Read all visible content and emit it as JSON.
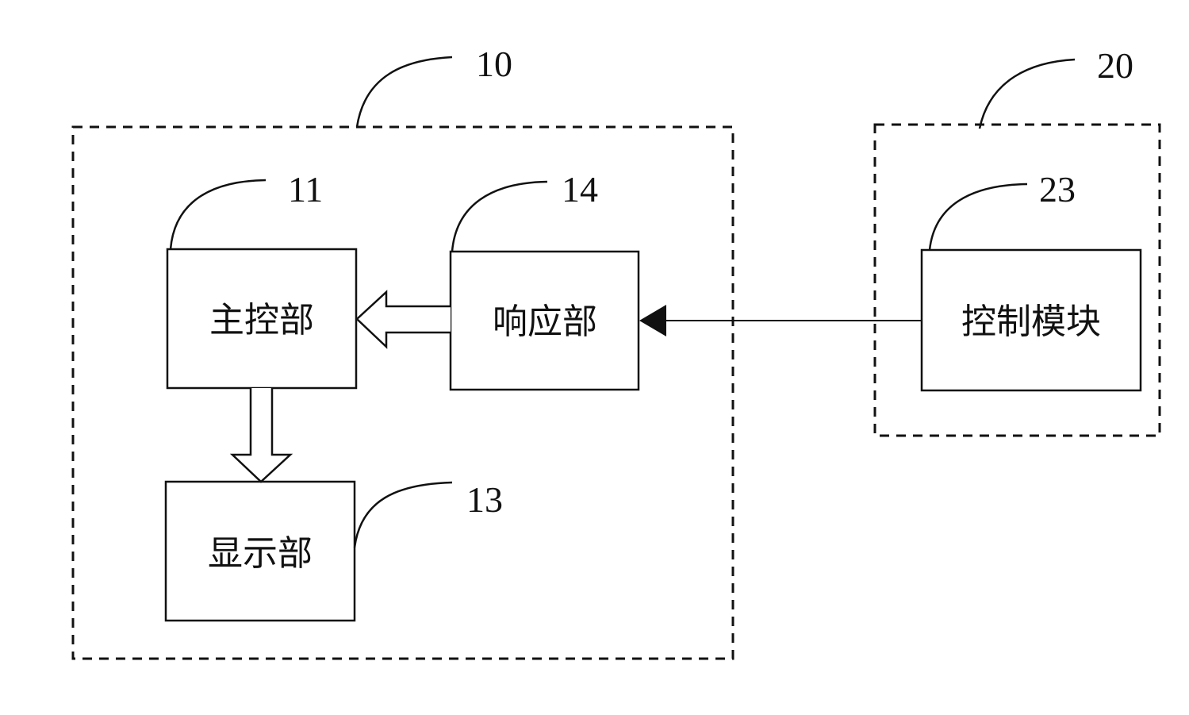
{
  "groups": {
    "device": {
      "ref": "10"
    },
    "remote": {
      "ref": "20"
    }
  },
  "blocks": {
    "main_control": {
      "label": "主控部",
      "ref": "11"
    },
    "response": {
      "label": "响应部",
      "ref": "14"
    },
    "display": {
      "label": "显示部",
      "ref": "13"
    },
    "control_module": {
      "label": "控制模块",
      "ref": "23"
    }
  }
}
